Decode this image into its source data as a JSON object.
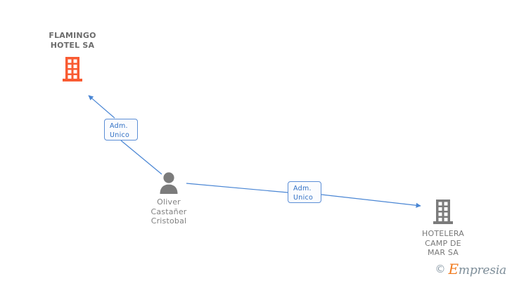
{
  "diagram": {
    "type": "corporate-relationship-graph",
    "background_color": "#ffffff",
    "edge_color": "#4a86d4",
    "nodes": [
      {
        "id": "flamingo",
        "kind": "company",
        "icon": "building-icon",
        "icon_color": "#f95b32",
        "label": "FLAMINGO\nHOTEL SA",
        "label_position": "above",
        "label_color": "#6b6b6b",
        "label_bold": true
      },
      {
        "id": "oliver",
        "kind": "person",
        "icon": "person-icon",
        "icon_color": "#7b7b7b",
        "label": "Oliver\nCastañer\nCristobal",
        "label_position": "below",
        "label_color": "#808080",
        "label_bold": false
      },
      {
        "id": "hotelera",
        "kind": "company",
        "icon": "building-icon",
        "icon_color": "#7b7b7b",
        "label": "HOTELERA\nCAMP DE\nMAR SA",
        "label_position": "below",
        "label_color": "#777777",
        "label_bold": false
      }
    ],
    "edges": [
      {
        "id": "edge-oliver-flamingo",
        "from": "oliver",
        "to": "flamingo",
        "label": "Adm.\nUnico",
        "arrow": true
      },
      {
        "id": "edge-oliver-hotelera",
        "from": "oliver",
        "to": "hotelera",
        "label": "Adm.\nUnico",
        "arrow": true
      }
    ]
  },
  "watermark": {
    "copyright_symbol": "©",
    "brand_initial": "E",
    "brand_rest": "mpresia",
    "brand_color": "#f07a1e",
    "text_color": "#7e8e99"
  }
}
